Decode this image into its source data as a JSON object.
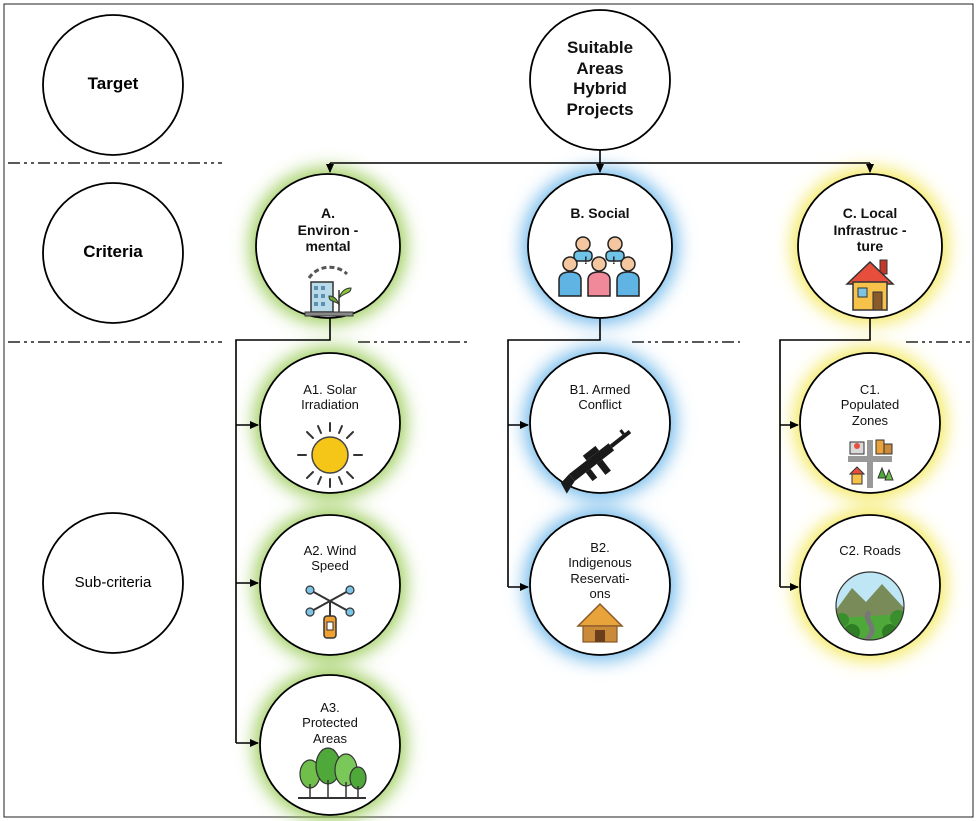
{
  "levels": {
    "target": "Target",
    "criteria": "Criteria",
    "subcriteria": "Sub-criteria"
  },
  "goal": {
    "lines": [
      "Suitable",
      "Areas",
      "Hybrid",
      "Projects"
    ]
  },
  "criteria": [
    {
      "id": "A",
      "lines": [
        "A.",
        "Environ -",
        "mental"
      ],
      "icon": "environment-building-leaf-icon",
      "glow": "#8cc43f"
    },
    {
      "id": "B",
      "lines": [
        "B. Social"
      ],
      "icon": "people-group-icon",
      "glow": "#5aaee8"
    },
    {
      "id": "C",
      "lines": [
        "C. Local",
        "Infrastruc -",
        "ture"
      ],
      "icon": "house-icon",
      "glow": "#f2e64a"
    }
  ],
  "subcriteria": [
    {
      "id": "A1",
      "parent": "A",
      "lines": [
        "A1. Solar",
        "Irradiation"
      ],
      "icon": "sun-icon"
    },
    {
      "id": "A2",
      "parent": "A",
      "lines": [
        "A2. Wind",
        "Speed"
      ],
      "icon": "anemometer-icon"
    },
    {
      "id": "A3",
      "parent": "A",
      "lines": [
        "A3.",
        "Protected",
        "Areas"
      ],
      "icon": "forest-icon"
    },
    {
      "id": "B1",
      "parent": "B",
      "lines": [
        "B1. Armed",
        "Conflict"
      ],
      "icon": "rifle-icon"
    },
    {
      "id": "B2",
      "parent": "B",
      "lines": [
        "B2.",
        "Indigenous",
        "Reservati-",
        "ons"
      ],
      "icon": "hut-icon"
    },
    {
      "id": "C1",
      "parent": "C",
      "lines": [
        "C1.",
        "Populated",
        "Zones"
      ],
      "icon": "city-zone-icon"
    },
    {
      "id": "C2",
      "parent": "C",
      "lines": [
        "C2. Roads"
      ],
      "icon": "mountain-road-icon"
    }
  ],
  "colors": {
    "environmental": "#8cc43f",
    "social": "#5aaee8",
    "infrastructure": "#f2e64a",
    "line": "#000000"
  }
}
